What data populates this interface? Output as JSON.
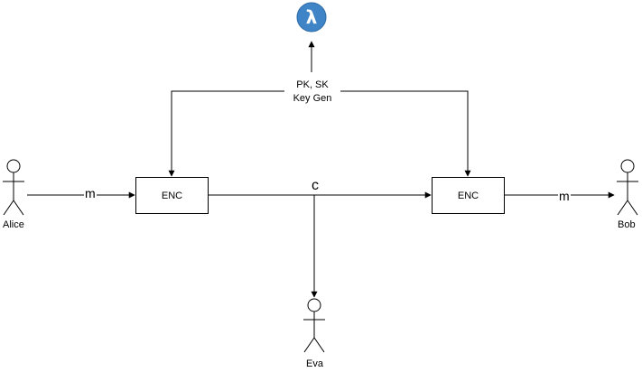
{
  "actors": {
    "alice": "Alice",
    "bob": "Bob",
    "eva": "Eva"
  },
  "blocks": {
    "enc_left": "ENC",
    "enc_right": "ENC"
  },
  "keygen": {
    "line1": "PK, SK",
    "line2": "Key Gen"
  },
  "connectors": {
    "message_in": "m",
    "ciphertext": "c",
    "message_out": "m"
  },
  "icon": {
    "name": "lambda-icon",
    "symbol": "λ",
    "color": "#3f84c6"
  }
}
